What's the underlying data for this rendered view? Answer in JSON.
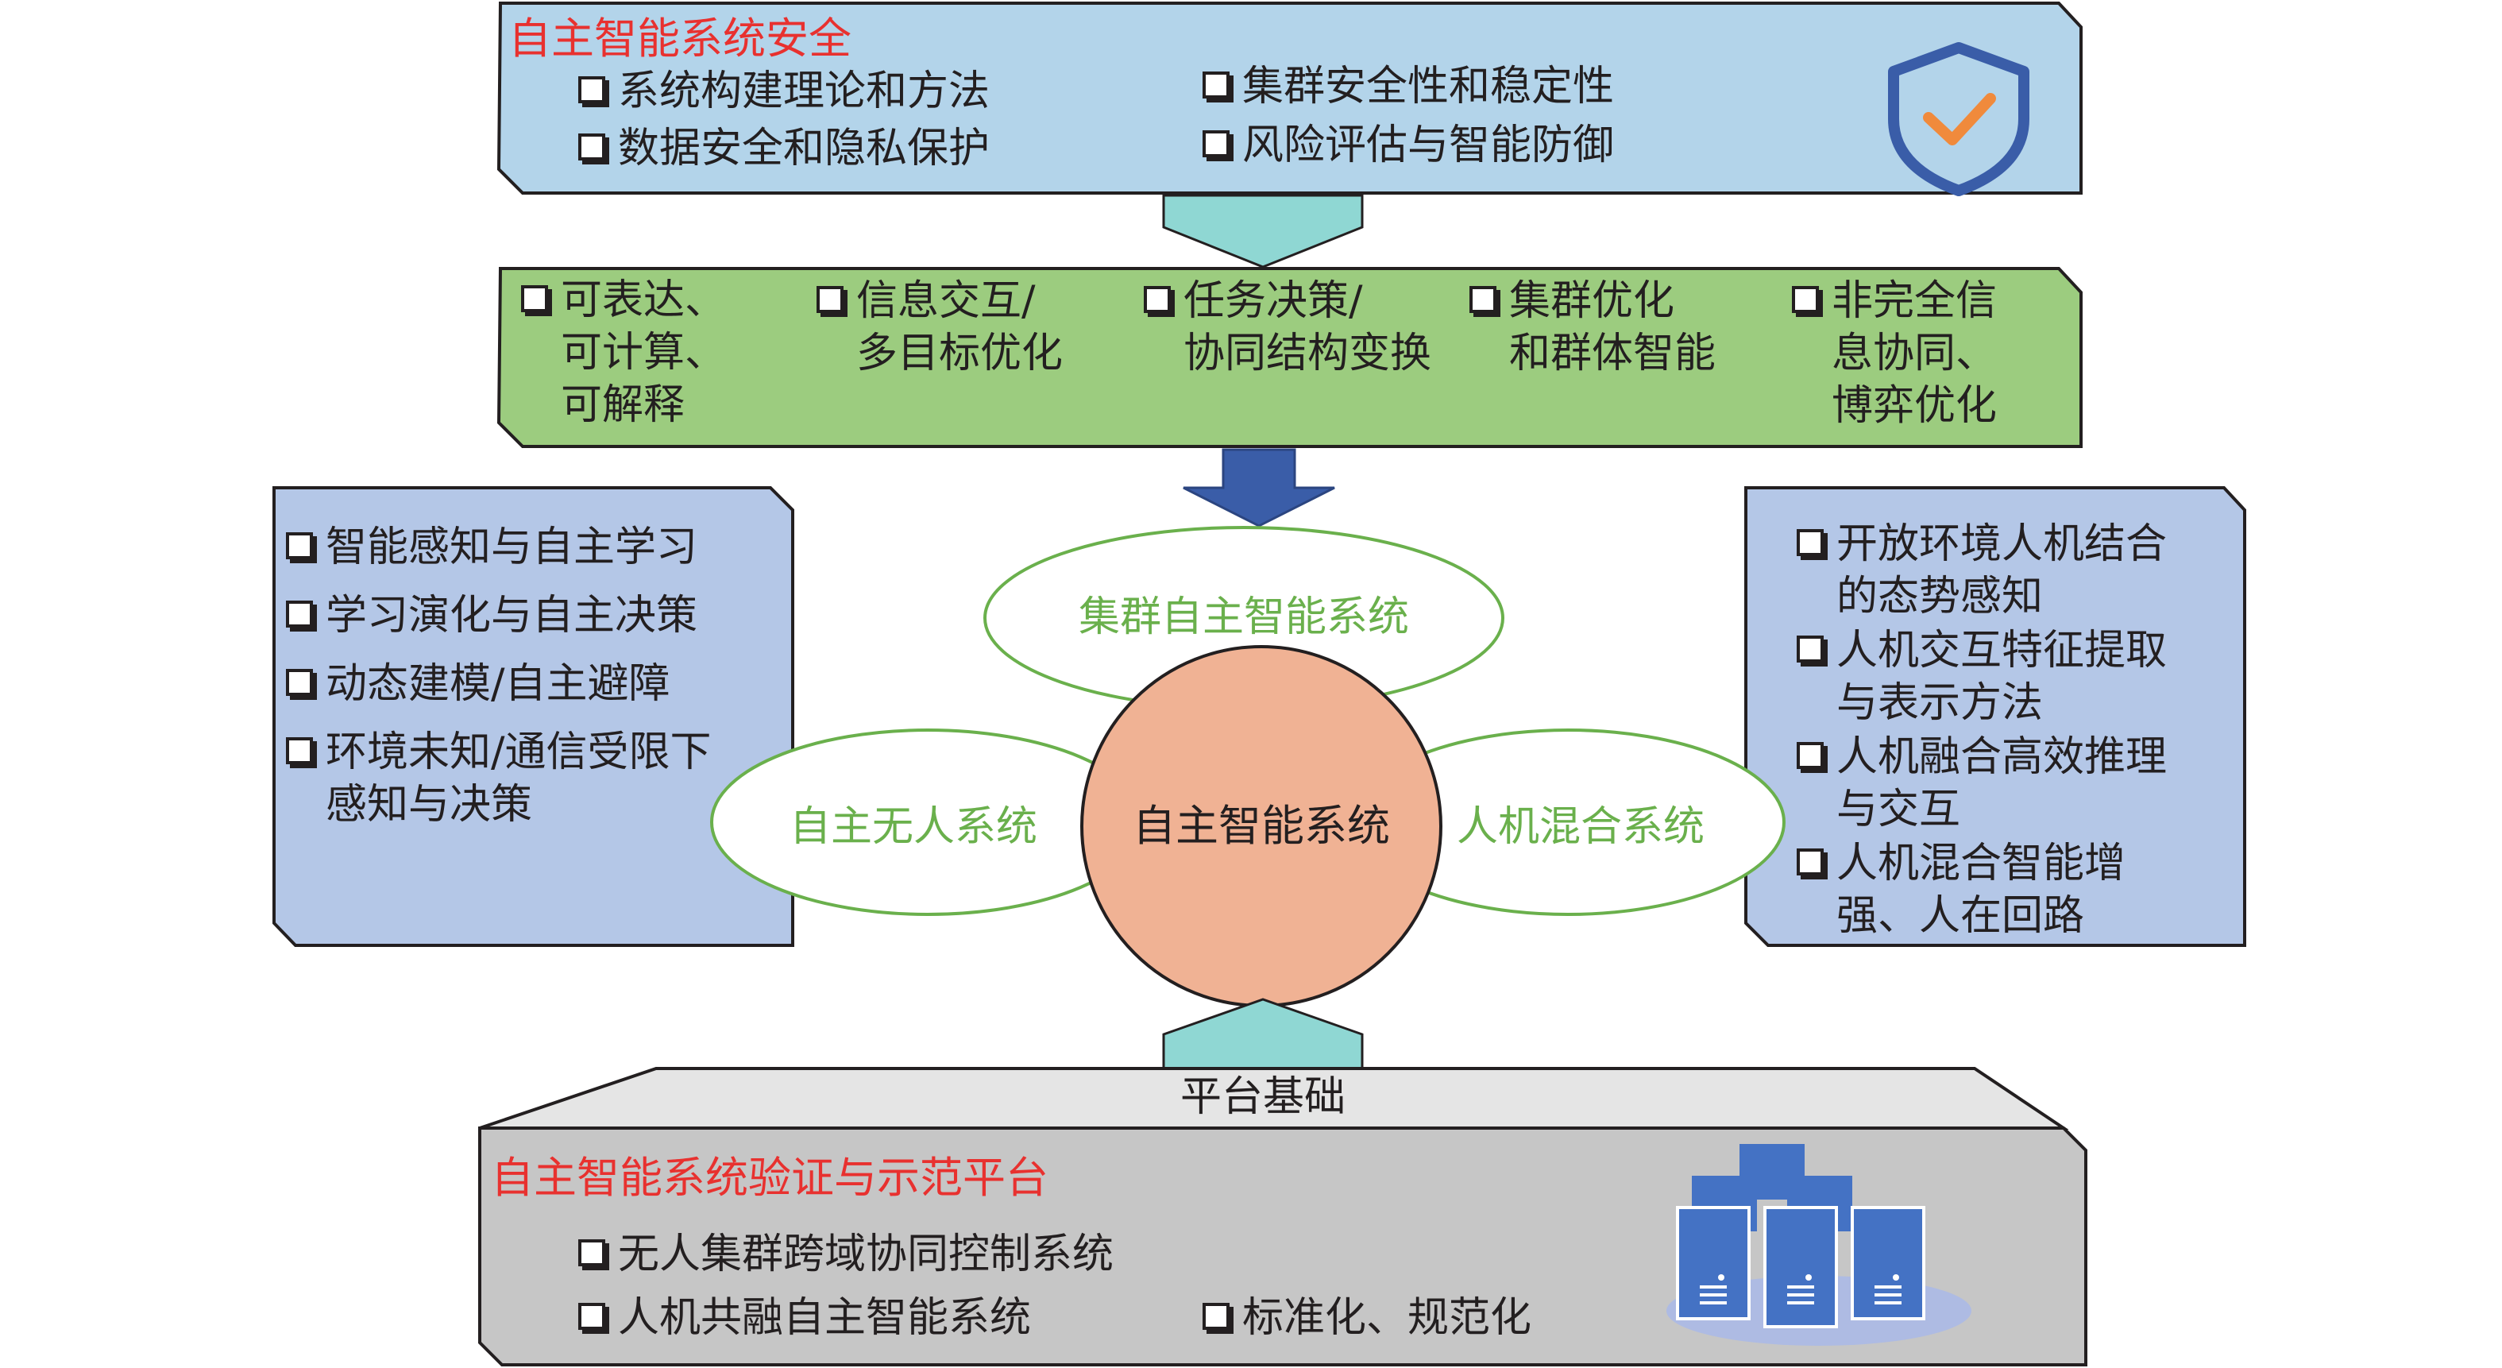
{
  "security": {
    "title": "自主智能系统安全",
    "items": [
      "系统构建理论和方法",
      "集群安全性和稳定性",
      "数据安全和隐私保护",
      "风险评估与智能防御"
    ],
    "icon": "shield-check-icon"
  },
  "methods": {
    "items": [
      [
        "可表达、",
        "可计算、",
        "可解释"
      ],
      [
        "信息交互/",
        "多目标优化"
      ],
      [
        "任务决策/",
        "协同结构变换"
      ],
      [
        "集群优化",
        "和群体智能"
      ],
      [
        "非完全信",
        "息协同、",
        "博弈优化"
      ]
    ]
  },
  "left_panel": {
    "items": [
      [
        "智能感知与自主学习"
      ],
      [
        "学习演化与自主决策"
      ],
      [
        "动态建模/自主避障"
      ],
      [
        "环境未知/通信受限下",
        "感知与决策"
      ]
    ]
  },
  "right_panel": {
    "items": [
      [
        "开放环境人机结合",
        "的态势感知"
      ],
      [
        "人机交互特征提取",
        "与表示方法"
      ],
      [
        "人机融合高效推理",
        "与交互"
      ],
      [
        "人机混合智能增",
        "强、人在回路"
      ]
    ]
  },
  "center": {
    "core": "自主智能系统",
    "top": "集群自主智能系统",
    "left": "自主无人系统",
    "right": "人机混合系统"
  },
  "platform": {
    "header": "平台基础",
    "title": "自主智能系统验证与示范平台",
    "items": [
      "无人集群跨域协同控制系统",
      "人机共融自主智能系统",
      "标准化、规范化"
    ],
    "icon": "server-cluster-icon"
  },
  "colors": {
    "security_fill": "#b3d4ea",
    "methods_fill": "#9ccc7f",
    "side_fill": "#b4c7e7",
    "platform_fill": "#c6c6c6",
    "platform_header_fill": "#e5e5e5",
    "core_fill": "#f0b294",
    "teal_arrow": "#8fd7d3",
    "blue_arrow": "#3a5da8",
    "red_title": "#e8312f",
    "green_text": "#6ab04c"
  }
}
